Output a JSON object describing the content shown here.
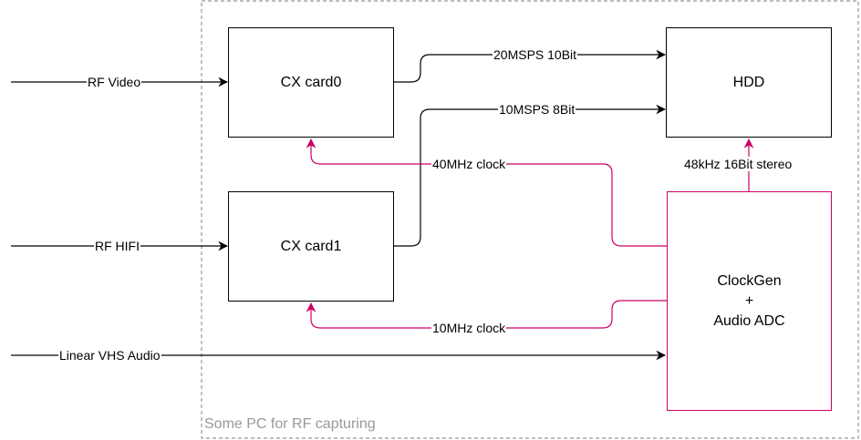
{
  "group": {
    "label": "Some PC for RF capturing"
  },
  "blocks": {
    "cx_card0": "CX card0",
    "cx_card1": "CX card1",
    "hdd": "HDD",
    "clockgen": [
      "ClockGen",
      "+",
      "Audio ADC"
    ]
  },
  "inputs": {
    "rf_video": "RF Video",
    "rf_hifi": "RF HIFI",
    "linear_audio": "Linear VHS Audio"
  },
  "links": {
    "card0_to_hdd": "20MSPS 10Bit",
    "card1_to_hdd": "10MSPS 8Bit",
    "clock40": "40MHz clock",
    "clock10": "10MHz clock",
    "audio_to_hdd": "48kHz 16Bit stereo"
  },
  "colors": {
    "data_line": "#000000",
    "clock_line": "#cc0066",
    "group_border": "#999999"
  }
}
